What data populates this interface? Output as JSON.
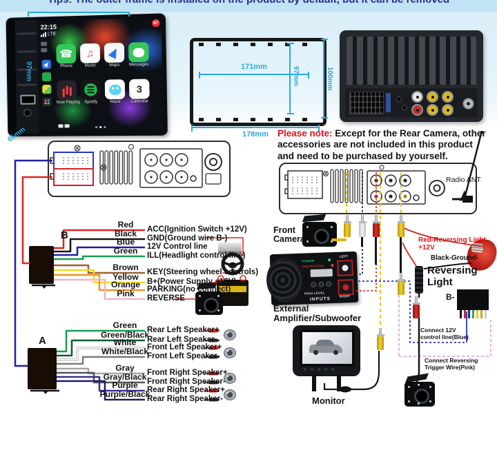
{
  "title_bar": {
    "text": "Tips: The outer frame is installed on the product by default, but it can be removed"
  },
  "colors": {
    "dim": "#29a8dc",
    "note_red": "#e1111a"
  },
  "stereo": {
    "dim_width": "171mm",
    "dim_height": "97mm",
    "dim_depth": "65mm",
    "status_time": "22:15",
    "status_network": "LTE",
    "badge": "67",
    "calendar_day": "3",
    "apps": [
      {
        "label": "Phone"
      },
      {
        "label": "Music"
      },
      {
        "label": "Maps"
      },
      {
        "label": "Messages"
      },
      {
        "label": "Now Playing"
      },
      {
        "label": "Spotify"
      },
      {
        "label": "Waze"
      },
      {
        "label": "Calendar"
      }
    ]
  },
  "frame": {
    "inner_width": "171mm",
    "inner_height": "97mm",
    "outer_width": "178mm",
    "outer_height": "100mm"
  },
  "note": {
    "prefix": "Please note:",
    "body": " Except for the Rear Camera, other accessories are not included in this product and need to be purchased by yourself."
  },
  "connector_b": {
    "label": "B",
    "wires": [
      {
        "color_name": "Red",
        "hex": "#e02420",
        "function": "ACC(Ignition Switch +12V)"
      },
      {
        "color_name": "Black",
        "hex": "#141414",
        "function": "GND(Ground wire B-)"
      },
      {
        "color_name": "Blue",
        "hex": "#1f1fa8",
        "function": "12V Control line"
      },
      {
        "color_name": "Green",
        "hex": "#149e52",
        "function": "ILL(Headlight control line)"
      },
      {
        "color_name": "Brown",
        "hex": "#9a6030",
        "function": "KEY(Steering wheel controls)"
      },
      {
        "color_name": "Yellow",
        "hex": "#f2de1d",
        "function": "B+(Power Supply +12V)"
      },
      {
        "color_name": "Orange",
        "hex": "#f6921e",
        "function": "PARKING(no connect)"
      },
      {
        "color_name": "Pink",
        "hex": "#f3b3c3",
        "function": "REVERSE"
      }
    ]
  },
  "connector_a": {
    "label": "A",
    "wires": [
      {
        "color_name": "Green",
        "hex": "#149e52",
        "function": "Rear Left Speaker+"
      },
      {
        "color_name": "Green/Black",
        "hex": "#0b5c33",
        "function": "Rear Left Speaker-"
      },
      {
        "color_name": "White",
        "hex": "#efefef",
        "function": "Front Left Speaker+"
      },
      {
        "color_name": "White/Black",
        "hex": "#7a7a7a",
        "function": "Front Left Speaker-"
      },
      {
        "color_name": "Gray",
        "hex": "#a5a5a5",
        "function": "Front Right Speaker+"
      },
      {
        "color_name": "Gray/Black",
        "hex": "#555555",
        "function": "Front Right Speaker-"
      },
      {
        "color_name": "Purple",
        "hex": "#34309a",
        "function": "Rear Right Speaker+"
      },
      {
        "color_name": "Purple/Black",
        "hex": "#201b66",
        "function": "Rear Right Speaker-"
      }
    ]
  },
  "accessories": {
    "radio_ant": "Radio ANT",
    "front_camera": "Front Camera",
    "external_amp": "External Amplifier/Subwoofer",
    "monitor": "Monitor",
    "reversing_light": "Reversing Light",
    "red_reversing": "Red-Reversing Light +12V",
    "black_ground": "Black-Ground-",
    "harness_label": "B-",
    "connect_12v": "Connect 12V control line(Blue)",
    "connect_trigger": "Connect Reversing Trigger Wire(Pink)"
  },
  "amp_panel": {
    "power": "POWER",
    "protection": "PROTECTION",
    "left": "LEFT",
    "right": "RIGHT",
    "high_level": "HIGH LEVEL",
    "inputs": "INPUTS"
  }
}
